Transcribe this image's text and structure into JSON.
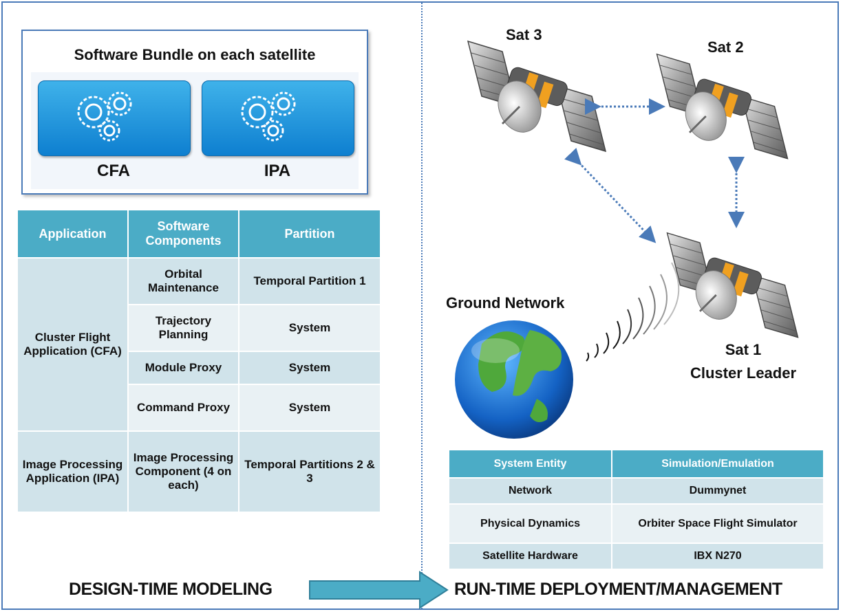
{
  "bundle": {
    "title": "Software Bundle on each satellite",
    "items": [
      {
        "label": "CFA",
        "icon": "gears-icon"
      },
      {
        "label": "IPA",
        "icon": "gears-icon"
      }
    ]
  },
  "app_table": {
    "headers": [
      "Application",
      "Software Components",
      "Partition"
    ],
    "groups": [
      {
        "application": "Cluster Flight Application (CFA)",
        "rows": [
          {
            "component": "Orbital Maintenance",
            "partition": "Temporal Partition 1"
          },
          {
            "component": "Trajectory Planning",
            "partition": "System"
          },
          {
            "component": "Module Proxy",
            "partition": "System"
          },
          {
            "component": "Command Proxy",
            "partition": "System"
          }
        ]
      },
      {
        "application": "Image Processing Application (IPA)",
        "rows": [
          {
            "component": "Image Processing Component (4 on each)",
            "partition": "Temporal Partitions 2 & 3"
          }
        ]
      }
    ]
  },
  "satellites": {
    "sat3": "Sat 3",
    "sat2": "Sat 2",
    "sat1": "Sat 1",
    "sat1_role": "Cluster Leader"
  },
  "ground": {
    "label": "Ground Network",
    "icon": "globe-icon"
  },
  "sys_table": {
    "headers": [
      "System Entity",
      "Simulation/Emulation"
    ],
    "rows": [
      [
        "Network",
        "Dummynet"
      ],
      [
        "Physical Dynamics",
        "Orbiter Space Flight Simulator"
      ],
      [
        "Satellite Hardware",
        "IBX N270"
      ]
    ]
  },
  "footer": {
    "left": "DESIGN-TIME MODELING",
    "right": "RUN-TIME DEPLOYMENT/MANAGEMENT"
  },
  "colors": {
    "border": "#4a7ab8",
    "header": "#4bacc6",
    "cell_dark": "#d0e3ea",
    "cell_light": "#e9f1f4",
    "bundle_button": "#1f96de",
    "link_arrow": "#4a7ab8"
  }
}
